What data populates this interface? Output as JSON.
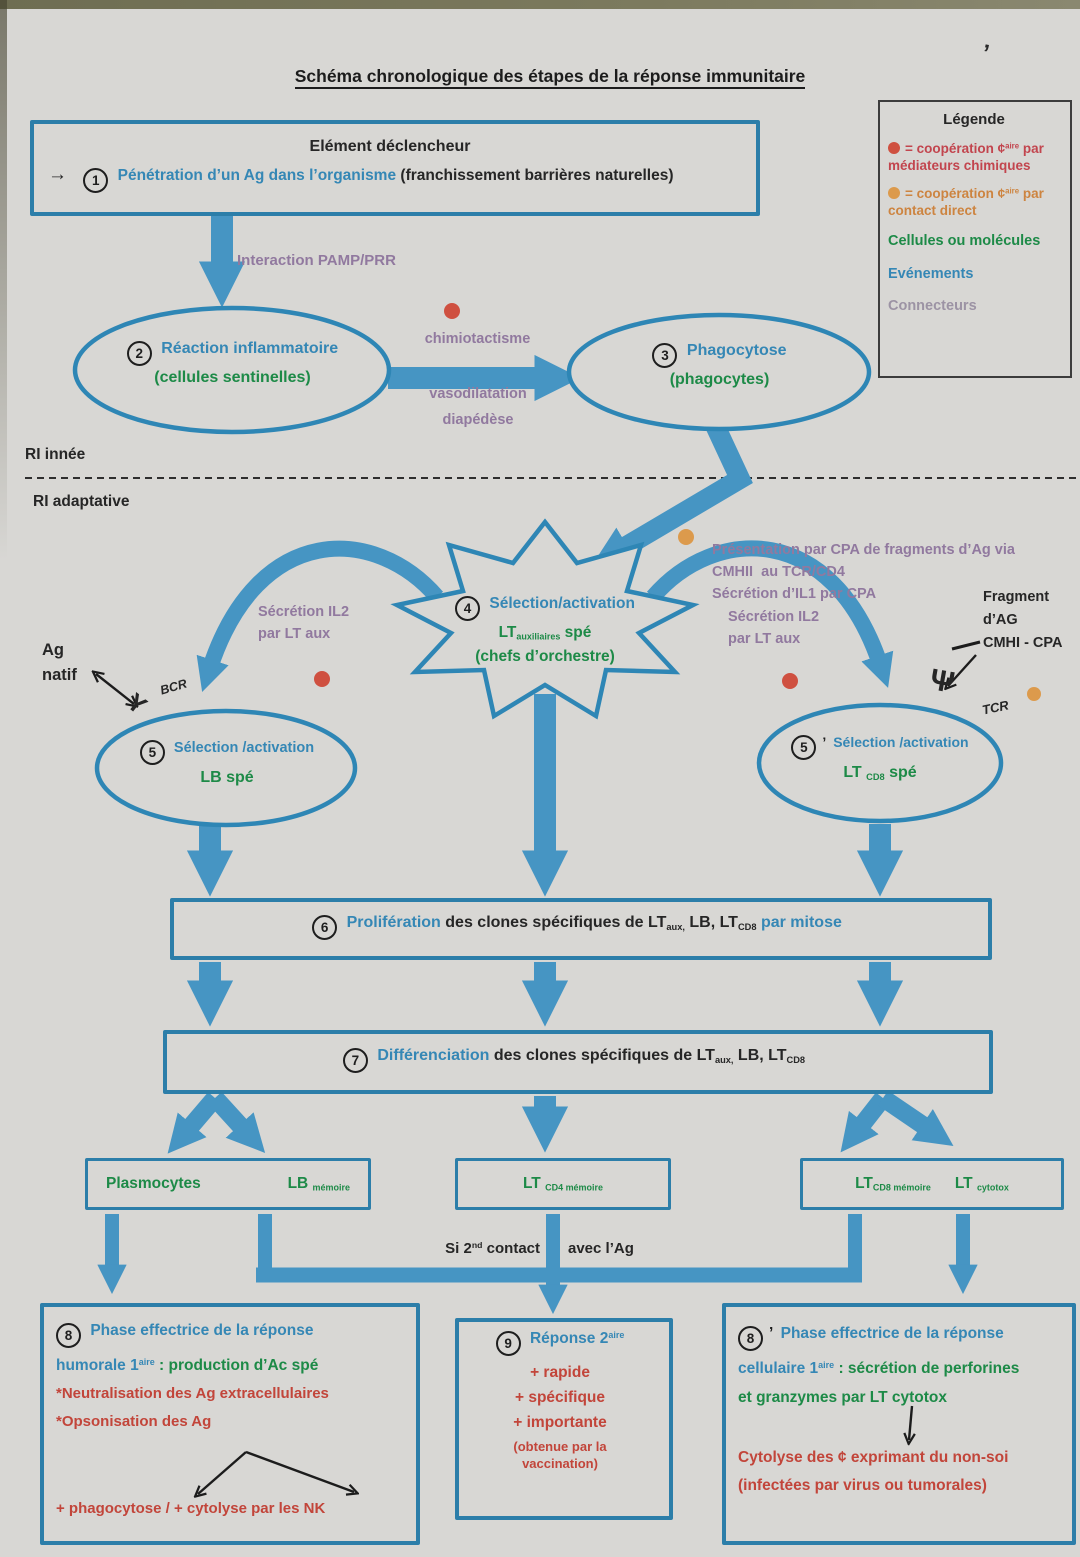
{
  "title": "Schéma chronologique des étapes de la réponse immunitaire",
  "mark": "’",
  "colors": {
    "event_blue": "#3587b5",
    "cell_green": "#1d8a47",
    "connector_purple": "#91799f",
    "mediator_red": "#c2454e",
    "contact_orange": "#cd8440",
    "effector_red": "#c2453a",
    "arrow_blue": "#4695c3",
    "paper": "#d8d7d4"
  },
  "legend": {
    "title": "Légende",
    "coop1_pre": "= coopération ¢",
    "coop1_sup": "aire",
    "coop1_post": " par médiateurs chimiques",
    "coop2_pre": "= coopération ¢",
    "coop2_sup": "aire",
    "coop2_post": " par contact direct",
    "cells": "Cellules ou molécules",
    "events": "Evénements",
    "connectors": "Connecteurs"
  },
  "trigger": {
    "heading": "Elément déclencheur",
    "arrow": "→",
    "num": "1",
    "event": "Pénétration d’un Ag dans l’organisme",
    "detail": " (franchissement barrières naturelles)"
  },
  "pamp_label": "Interaction PAMP/PRR",
  "step2": {
    "num": "2",
    "event": "Réaction inflammatoire",
    "cells": "(cellules sentinelles)"
  },
  "mediators": {
    "m1": "chimiotactisme",
    "m2": "vasodilatation",
    "m3": "diapédèse"
  },
  "step3": {
    "num": "3",
    "event": "Phagocytose",
    "cells": "(phagocytes)"
  },
  "ri_innee": "RI innée",
  "ri_adaptative": "RI adaptative",
  "cpa": {
    "l1": "Présentation par CPA de fragments d’Ag via",
    "l2": "CMHII  au TCR/CD4",
    "l3": "Sécrétion d’IL1 par CPA"
  },
  "step4": {
    "num": "4",
    "event": "Sélection/activation",
    "cell_main": "LT",
    "cell_sub": "auxiliaires",
    "cell_tail": " spé",
    "role": "(chefs d’orchestre)"
  },
  "il2_left": {
    "l1": "Sécrétion IL2",
    "l2": "par LT aux"
  },
  "il2_right": {
    "l1": "Sécrétion IL2",
    "l2": "par LT aux"
  },
  "ag_natif": {
    "l1": "Ag",
    "l2": "natif",
    "receptor_glyph": "Y",
    "receptor": "BCR"
  },
  "fragment": {
    "l1": "Fragment",
    "l2": "d’AG",
    "l3": "CMHI - CPA",
    "receptor_glyph": "Ψ",
    "receptor": "TCR"
  },
  "step5": {
    "num": "5",
    "event": "Sélection /activation",
    "cell": "LB spé"
  },
  "step5p": {
    "num": "5",
    "prime": "’",
    "event": "Sélection /activation",
    "cell_main": "LT ",
    "cell_sub": "CD8",
    "cell_tail": " spé"
  },
  "step6": {
    "num": "6",
    "event": "Prolifération",
    "t1": " des clones spécifiques de LT",
    "s1": "aux,",
    "t2": " LB, LT",
    "s2": "CD8",
    "tail_blue": " par mitose"
  },
  "step7": {
    "num": "7",
    "event": "Différenciation",
    "t1": " des clones spécifiques de LT",
    "s1": "aux,",
    "t2": " LB, LT",
    "s2": "CD8"
  },
  "mem_left": {
    "c1": "Plasmocytes",
    "c2": "LB",
    "c2_sub": "mémoire"
  },
  "mem_center": {
    "c1": "LT",
    "c1_sub": "CD4 mémoire"
  },
  "mem_right": {
    "c1": "LT",
    "c1_sub": "CD8 mémoire",
    "c2": "LT",
    "c2_sub": "cytotox"
  },
  "second_contact": {
    "p1": "Si 2",
    "sup": "nd",
    "p2": " contact",
    "p3": "avec l’Ag"
  },
  "step8": {
    "num": "8",
    "blue1": "Phase effectrice de la réponse",
    "blue2": "humorale 1",
    "sup": "aire",
    "green": " : production d’Ac spé",
    "red1": "*Neutralisation des Ag extracellulaires",
    "red2": "*Opsonisation des Ag",
    "red3": "+ phagocytose / + cytolyse par les NK"
  },
  "step9": {
    "num": "9",
    "blue": "Réponse 2",
    "sup": "aire",
    "red1": "+ rapide",
    "red2": "+ spécifique",
    "red3": "+ importante",
    "note1": "(obtenue par la",
    "note2": "vaccination)"
  },
  "step8p": {
    "num": "8",
    "prime": "’",
    "blue1": "Phase effectrice de la réponse",
    "blue2": "cellulaire 1",
    "sup": "aire",
    "green1": " : sécrétion de perforines",
    "green2": "et granzymes par LT cytotox",
    "red1": "Cytolyse des ¢ exprimant du non-soi",
    "red2": "(infectées par virus ou tumorales)"
  }
}
